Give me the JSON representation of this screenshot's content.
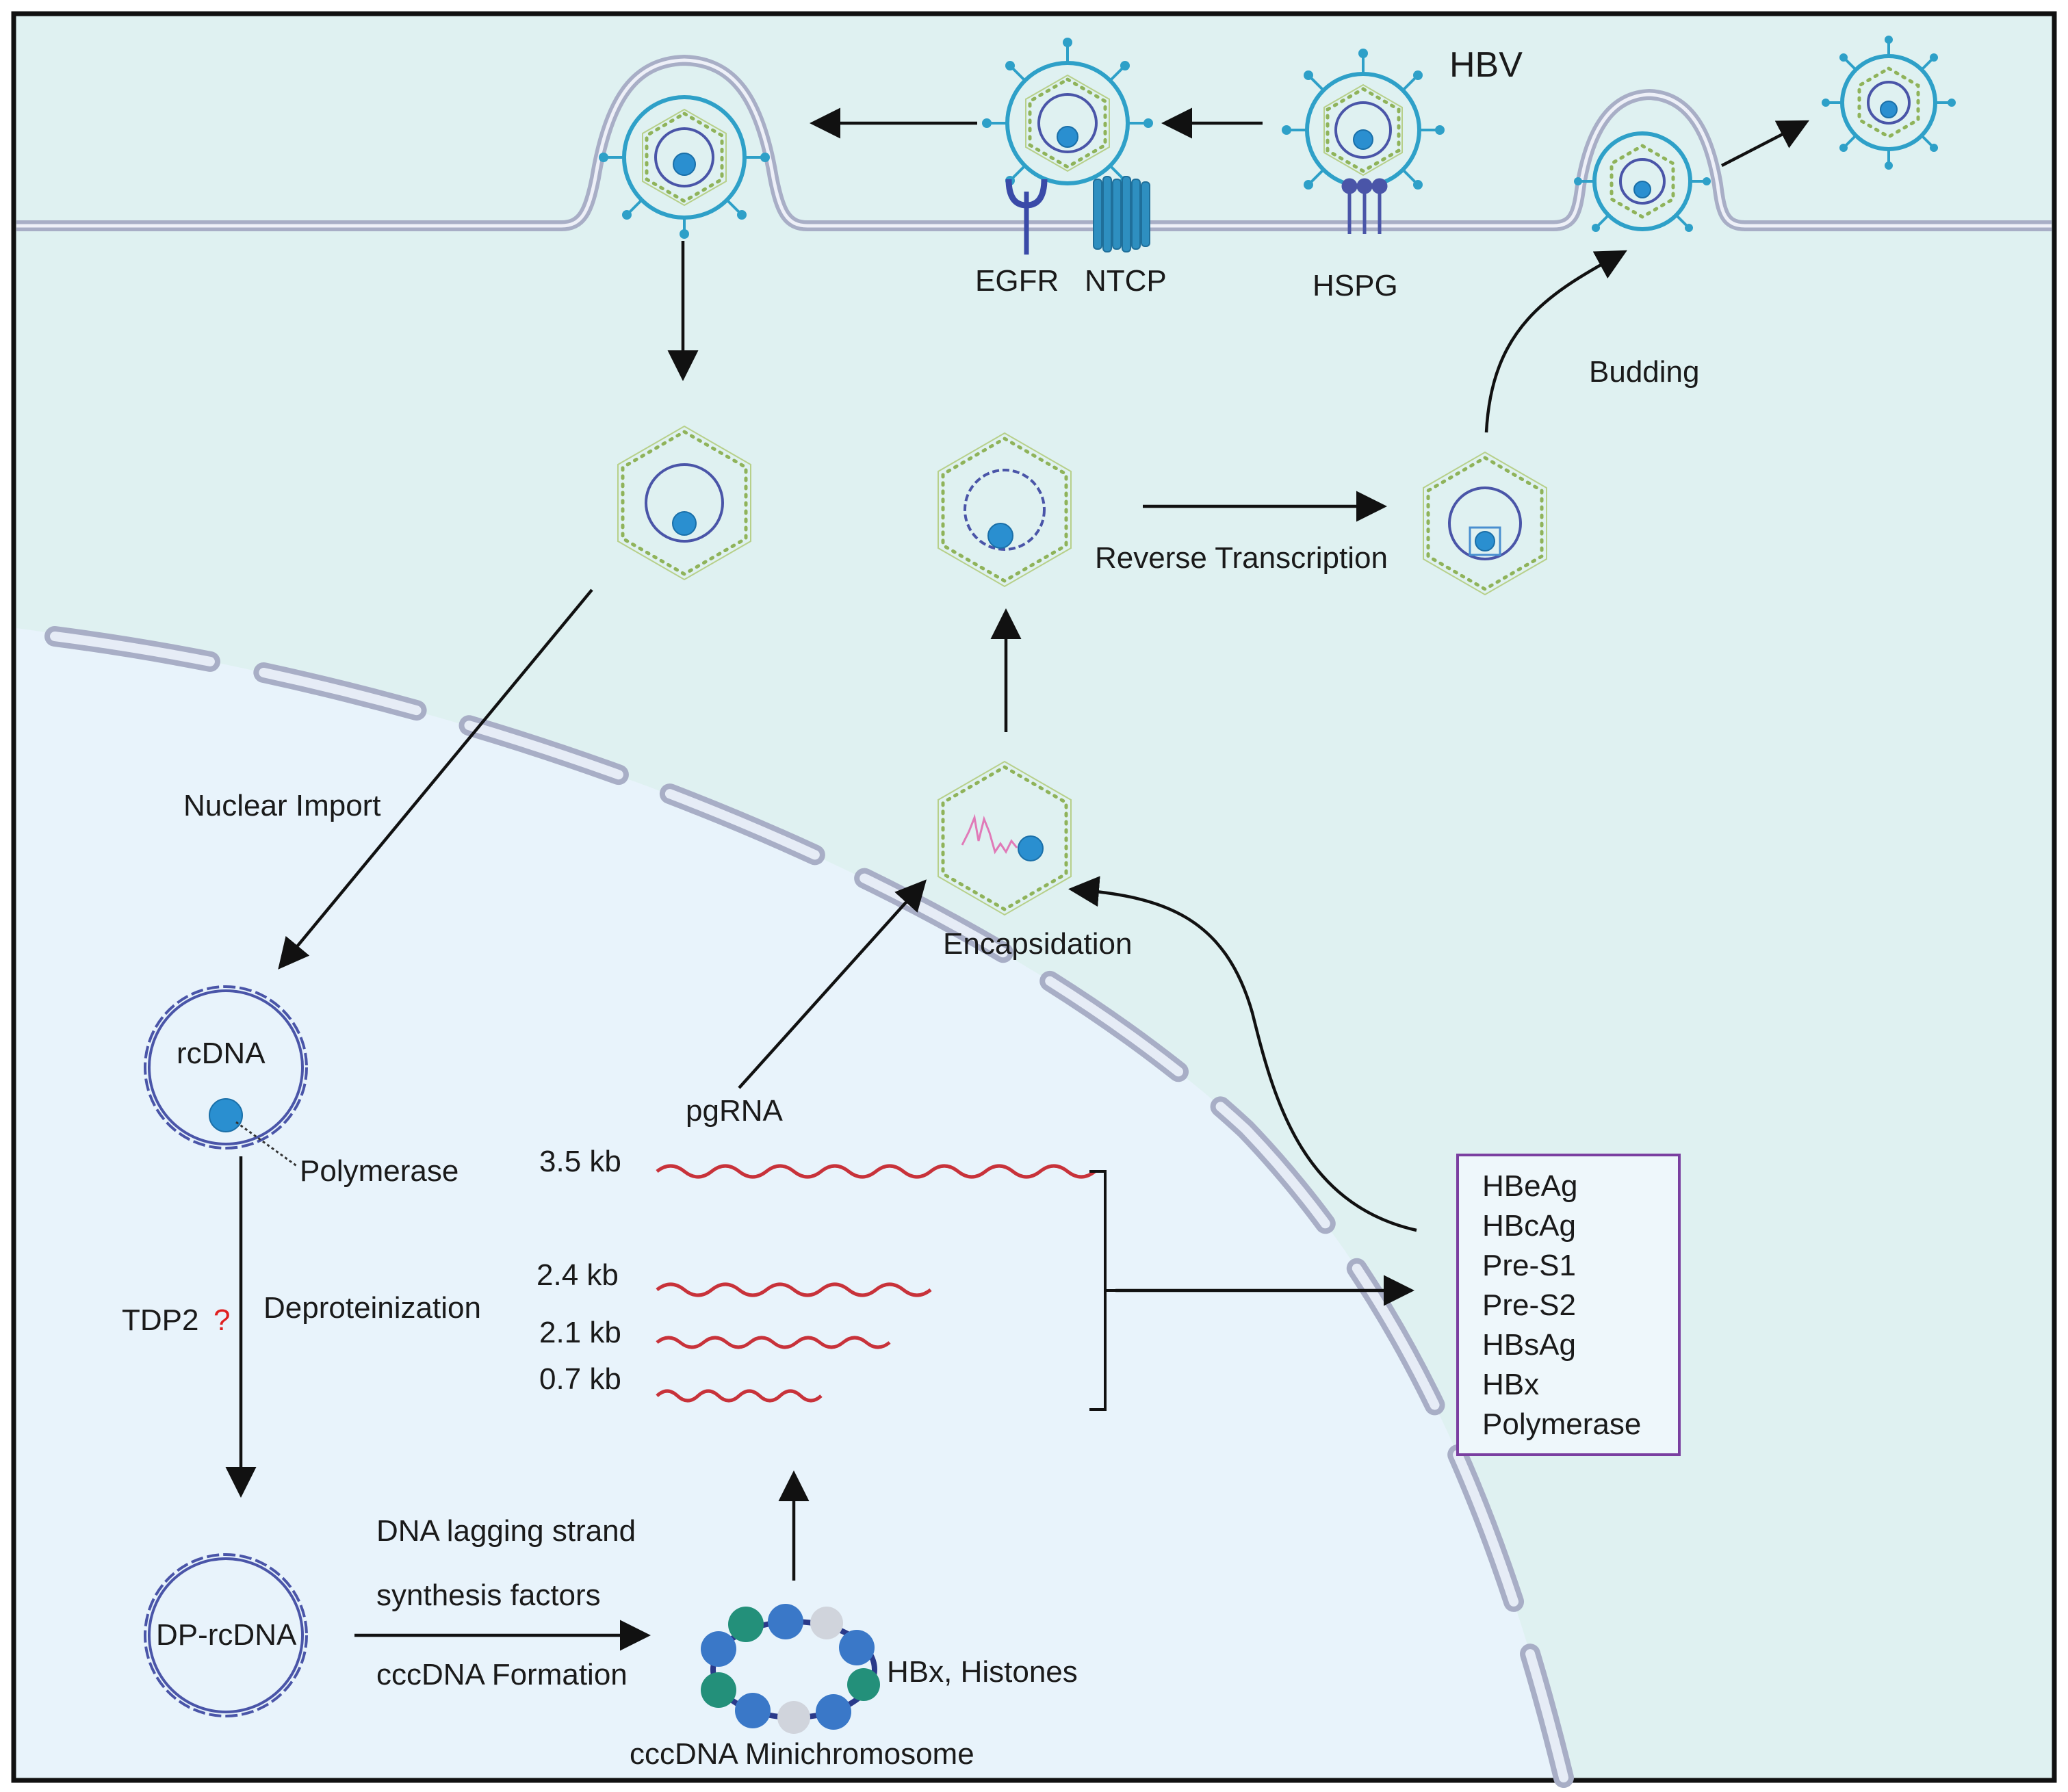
{
  "labels": {
    "hbv": "HBV",
    "egfr": "EGFR",
    "ntcp": "NTCP",
    "hspg": "HSPG",
    "budding": "Budding",
    "reverse_transcription": "Reverse Transcription",
    "nuclear_import": "Nuclear Import",
    "encapsidation": "Encapsidation",
    "rcdna": "rcDNA",
    "polymerase": "Polymerase",
    "pgrna": "pgRNA",
    "kb_35": "3.5 kb",
    "kb_24": "2.4 kb",
    "kb_21": "2.1 kb",
    "kb_07": "0.7 kb",
    "tdp2": "TDP2",
    "question_mark": "?",
    "deproteinization": "Deproteinization",
    "dp_rcdna": "DP-rcDNA",
    "lagging_line1": "DNA lagging strand",
    "lagging_line2": "synthesis factors",
    "cccdna_formation": "cccDNA Formation",
    "hbx_histones": "HBx, Histones",
    "cccdna_minichromosome": "cccDNA Minichromosome"
  },
  "proteins": [
    "HBeAg",
    "HBcAg",
    "Pre-S1",
    "Pre-S2",
    "HBsAg",
    "HBx",
    "Polymerase"
  ],
  "colors": {
    "cytoplasm": "#dff1f1",
    "nucleus": "#e8f3fb",
    "membrane": "#a8aec6",
    "envelope": "#2ea0c8",
    "capsid": "#8fb35a",
    "dna": "#4a55a8",
    "mrna": "#c8323a",
    "pgrna_trace": "#e07ab8",
    "protein_box_border": "#7a3fa0",
    "question_mark": "#e02020"
  }
}
